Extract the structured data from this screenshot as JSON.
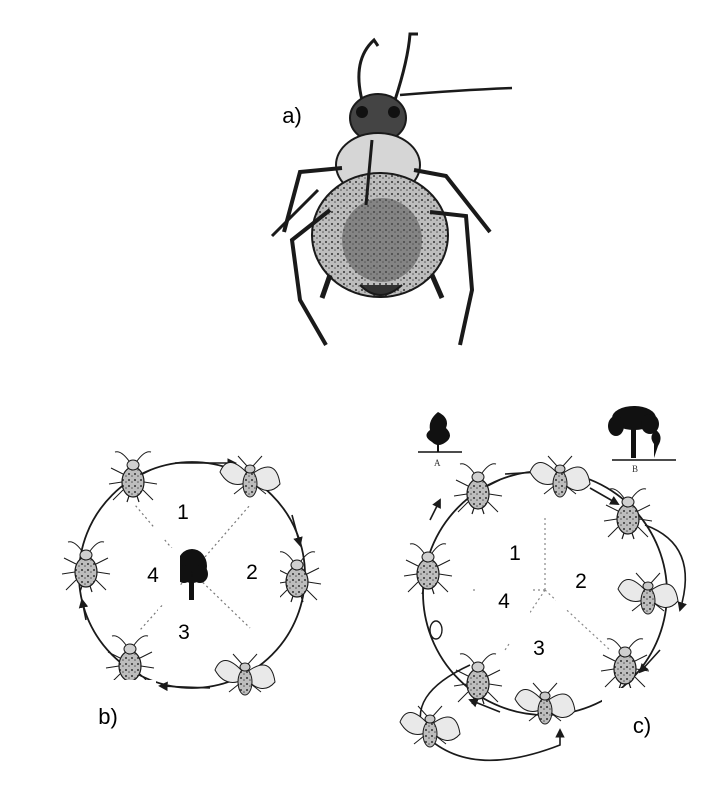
{
  "panels": {
    "a": {
      "label": "a)"
    },
    "b": {
      "label": "b)",
      "stages": [
        "1",
        "2",
        "3",
        "4"
      ]
    },
    "c": {
      "label": "c)",
      "stages": [
        "1",
        "2",
        "3",
        "4"
      ],
      "host_a_label": "A",
      "host_b_label": "B"
    }
  },
  "colors": {
    "ink": "#1a1a1a",
    "paper": "#ffffff",
    "shade": "#9a9a9a"
  },
  "icons": [
    "aphid-illustration",
    "tree-icon",
    "shrub-icon",
    "winged-aphid-icon",
    "wingless-aphid-icon",
    "egg-icon"
  ]
}
